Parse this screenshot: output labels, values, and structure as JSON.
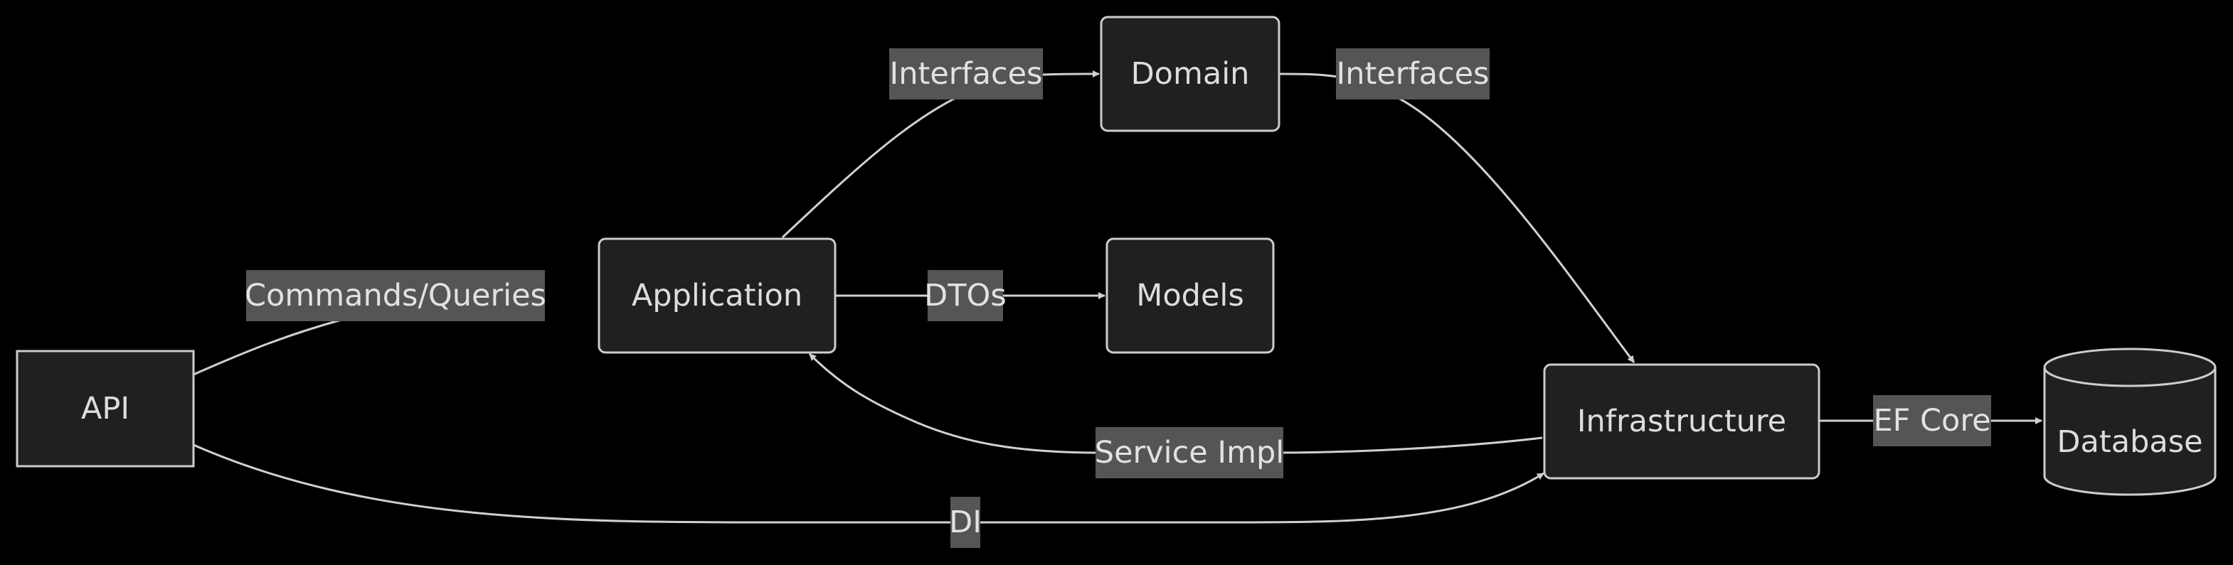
{
  "nodes": {
    "api": "API",
    "application": "Application",
    "domain": "Domain",
    "models": "Models",
    "infrastructure": "Infrastructure",
    "database": "Database"
  },
  "edges": {
    "api_to_application": "Commands/Queries",
    "api_to_infrastructure": "DI",
    "application_to_domain": "Interfaces",
    "application_to_models": "DTOs",
    "domain_to_infrastructure": "Interfaces",
    "infrastructure_to_application": "Service Impl",
    "infrastructure_to_database": "EF Core"
  },
  "colors": {
    "background": "#000000",
    "node_fill": "#1f2020",
    "node_stroke": "#cccccc",
    "edge_stroke": "#d0d0d0",
    "label_background": "#555555",
    "text": "#dddddd"
  }
}
